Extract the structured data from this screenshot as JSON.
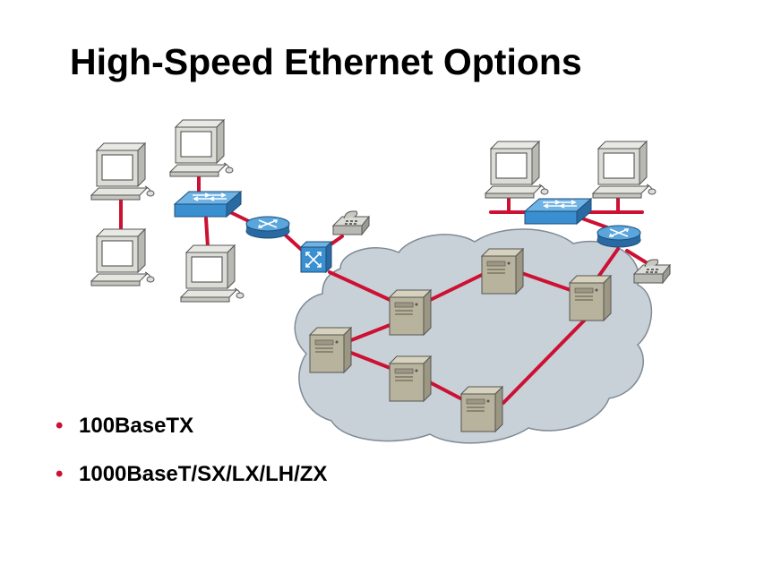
{
  "slide": {
    "title": "High-Speed Ethernet Options",
    "bullets": [
      {
        "text": "100BaseTX"
      },
      {
        "text": "1000BaseT/SX/LX/LH/ZX"
      }
    ]
  },
  "colors": {
    "link": "#cc1133",
    "cloud_fill": "#c9d1d8",
    "cloud_stroke": "#7f8a94",
    "switch": "#3a8fd0",
    "router": "#3a8fd0",
    "server": "#b8b39c",
    "bullet": "#cc1133"
  },
  "icons": {
    "workstation": "computer-icon",
    "switch": "switch-icon",
    "router": "router-icon",
    "atm_switch": "atm-switch-icon",
    "phone": "ip-phone-icon",
    "server": "server-icon",
    "cloud": "network-cloud-icon"
  }
}
